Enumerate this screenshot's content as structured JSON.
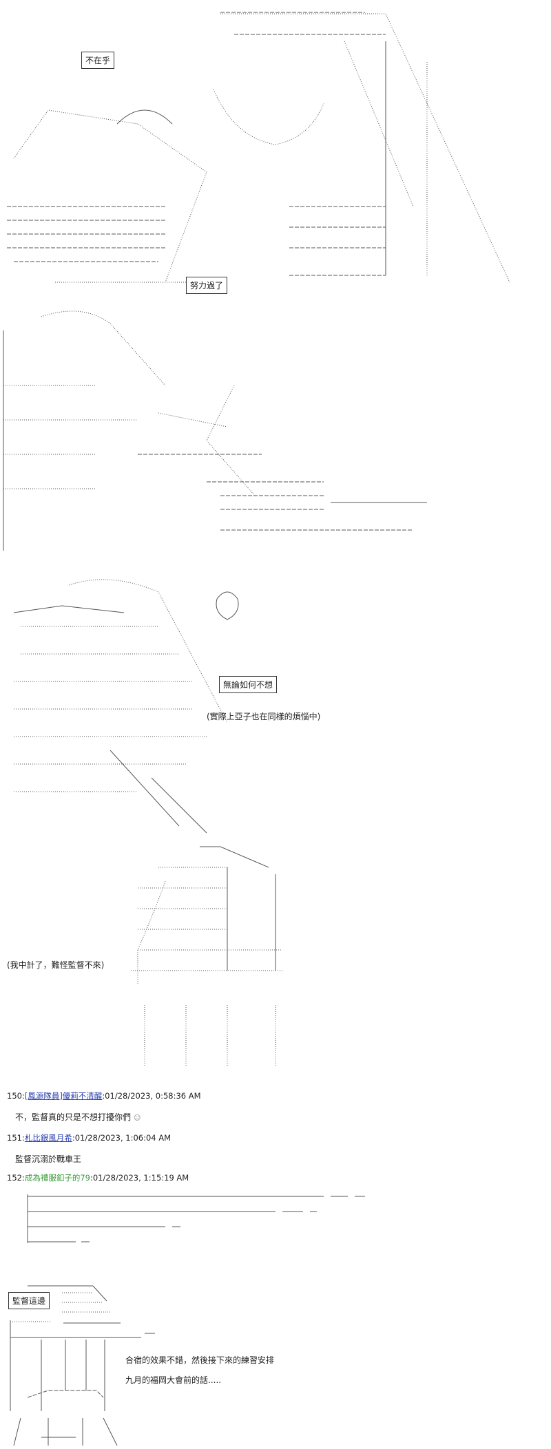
{
  "panels": {
    "p1_box": "不在乎",
    "p2_box": "努力過了",
    "p3_box": "無論如何不想",
    "p3_caption": "(實際上亞子也在同樣的煩惱中)",
    "p4_caption": "(我中計了，難怪監督不來)",
    "p5_box": "監督這邊",
    "p5_line1": "合宿的效果不錯，然後接下來的練習安排",
    "p5_line2": "九月的福岡大會前的話....."
  },
  "comments": [
    {
      "num": "150:",
      "user": "[鳳源隊員]優莉不清醒",
      "time": ":01/28/2023, 0:58:36 AM",
      "body": "不，監督真的只是不想打擾你們",
      "emoji": "☺"
    },
    {
      "num": "151:",
      "user": "札比銀風月希",
      "time": ":01/28/2023, 1:06:04 AM",
      "body": "監督沉溺於戰車王"
    },
    {
      "num": "152:",
      "user": "成為禮服釦子的79",
      "time": ":01/28/2023, 1:15:19 AM"
    }
  ],
  "colors": {
    "link": "#2a3fb0",
    "link_green": "#3a9a3a"
  }
}
